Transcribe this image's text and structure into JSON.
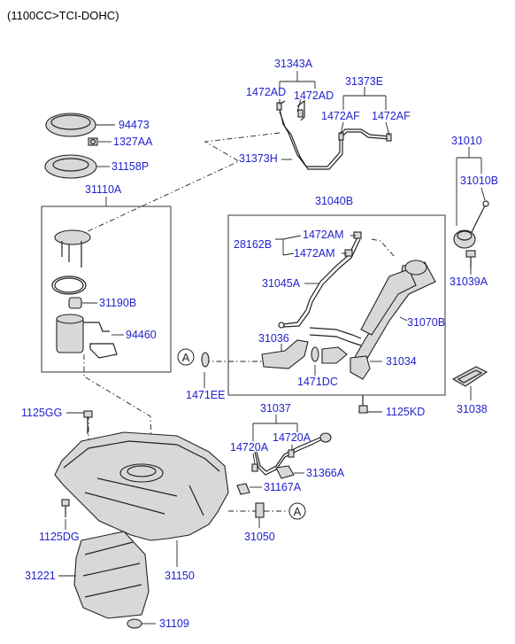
{
  "header": {
    "title": "(1100CC>TCI-DOHC)"
  },
  "callout_letter": "A",
  "parts": {
    "p31343A": "31343A",
    "p1472AD_a": "1472AD",
    "p1472AD_b": "1472AD",
    "p31373E": "31373E",
    "p1472AF_a": "1472AF",
    "p1472AF_b": "1472AF",
    "p31373H": "31373H",
    "p94473": "94473",
    "p1327AA": "1327AA",
    "p31158P": "31158P",
    "p31110A": "31110A",
    "p31190B": "31190B",
    "p94460": "94460",
    "p31010": "31010",
    "p31010B": "31010B",
    "p31039A": "31039A",
    "p31040B": "31040B",
    "p28162B": "28162B",
    "p1472AM_a": "1472AM",
    "p1472AM_b": "1472AM",
    "p31045A": "31045A",
    "p31070B": "31070B",
    "p31036": "31036",
    "p31034": "31034",
    "p1471EE": "1471EE",
    "p1471DC": "1471DC",
    "p1125KD": "1125KD",
    "p31038": "31038",
    "p1125GG": "1125GG",
    "p31037": "31037",
    "p14720A_a": "14720A",
    "p14720A_b": "14720A",
    "p31366A": "31366A",
    "p31167A": "31167A",
    "p1125DG": "1125DG",
    "p31050": "31050",
    "p31221": "31221",
    "p31150": "31150",
    "p31109": "31109"
  }
}
